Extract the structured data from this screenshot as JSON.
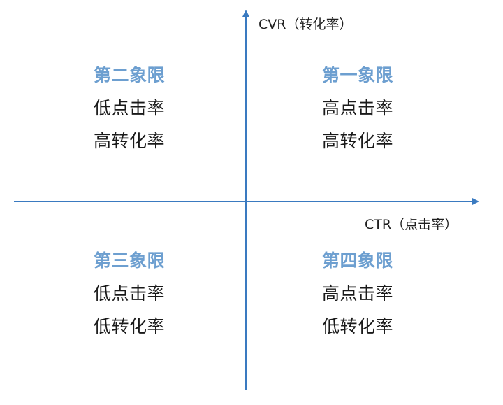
{
  "axes": {
    "y_label": "CVR（转化率）",
    "x_label": "CTR（点击率）",
    "color": "#3a7ac0"
  },
  "quadrants": {
    "q2": {
      "title": "第二象限",
      "line1": "低点击率",
      "line2": "高转化率"
    },
    "q1": {
      "title": "第一象限",
      "line1": "高点击率",
      "line2": "高转化率"
    },
    "q3": {
      "title": "第三象限",
      "line1": "低点击率",
      "line2": "低转化率"
    },
    "q4": {
      "title": "第四象限",
      "line1": "高点击率",
      "line2": "低转化率"
    }
  },
  "colors": {
    "title": "#6d9fd0",
    "text": "#1a1a1a"
  }
}
